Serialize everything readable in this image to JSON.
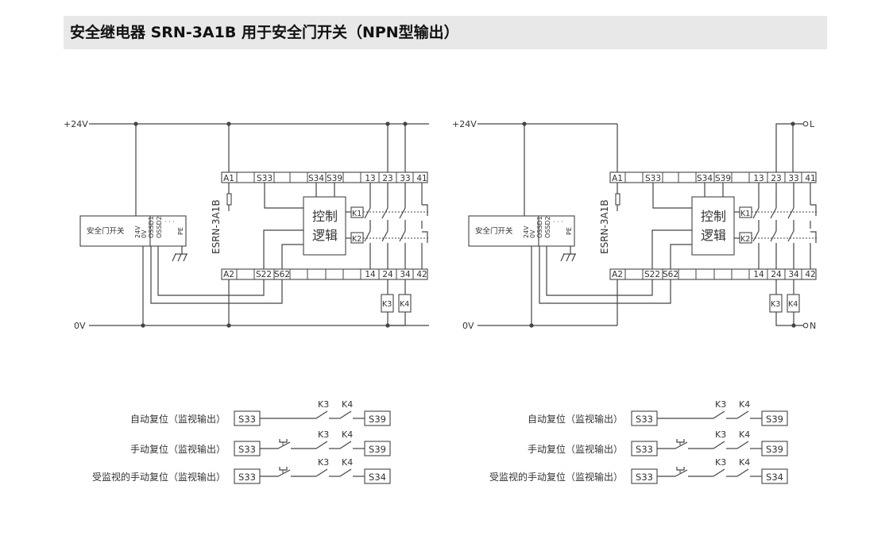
{
  "title": "安全继电器 SRN-3A1B 用于安全门开关（NPN型输出）",
  "diagrams": [
    {
      "id": "left"
    },
    {
      "id": "right",
      "line_label": "L",
      "neutral_label": "N"
    }
  ],
  "labels": {
    "v24": "+24V",
    "v0": "0V",
    "door_switch": "安全门开关",
    "sw_terminals": [
      "24V",
      "0V",
      "OSSD1",
      "OSSD2",
      "PE"
    ],
    "relay_model": "ESRN-3A1B",
    "logic_line1": "控制",
    "logic_line2": "逻辑",
    "k1": "K1",
    "k2": "K2",
    "k3": "K3",
    "k4": "K4",
    "top_terminals": [
      "A1",
      "S33",
      "S34",
      "S39",
      "13",
      "23",
      "33",
      "41"
    ],
    "bottom_terminals": [
      "A2",
      "S22",
      "S62",
      "14",
      "24",
      "34",
      "42"
    ]
  },
  "reset_rows": [
    {
      "label": "自动复位（监视输出）",
      "start": "S33",
      "end": "S39",
      "button": false
    },
    {
      "label": "手动复位（监视输出）",
      "start": "S33",
      "end": "S39",
      "button": true
    },
    {
      "label": "受监视的手动复位（监视输出）",
      "start": "S33",
      "end": "S34",
      "button": true
    }
  ]
}
